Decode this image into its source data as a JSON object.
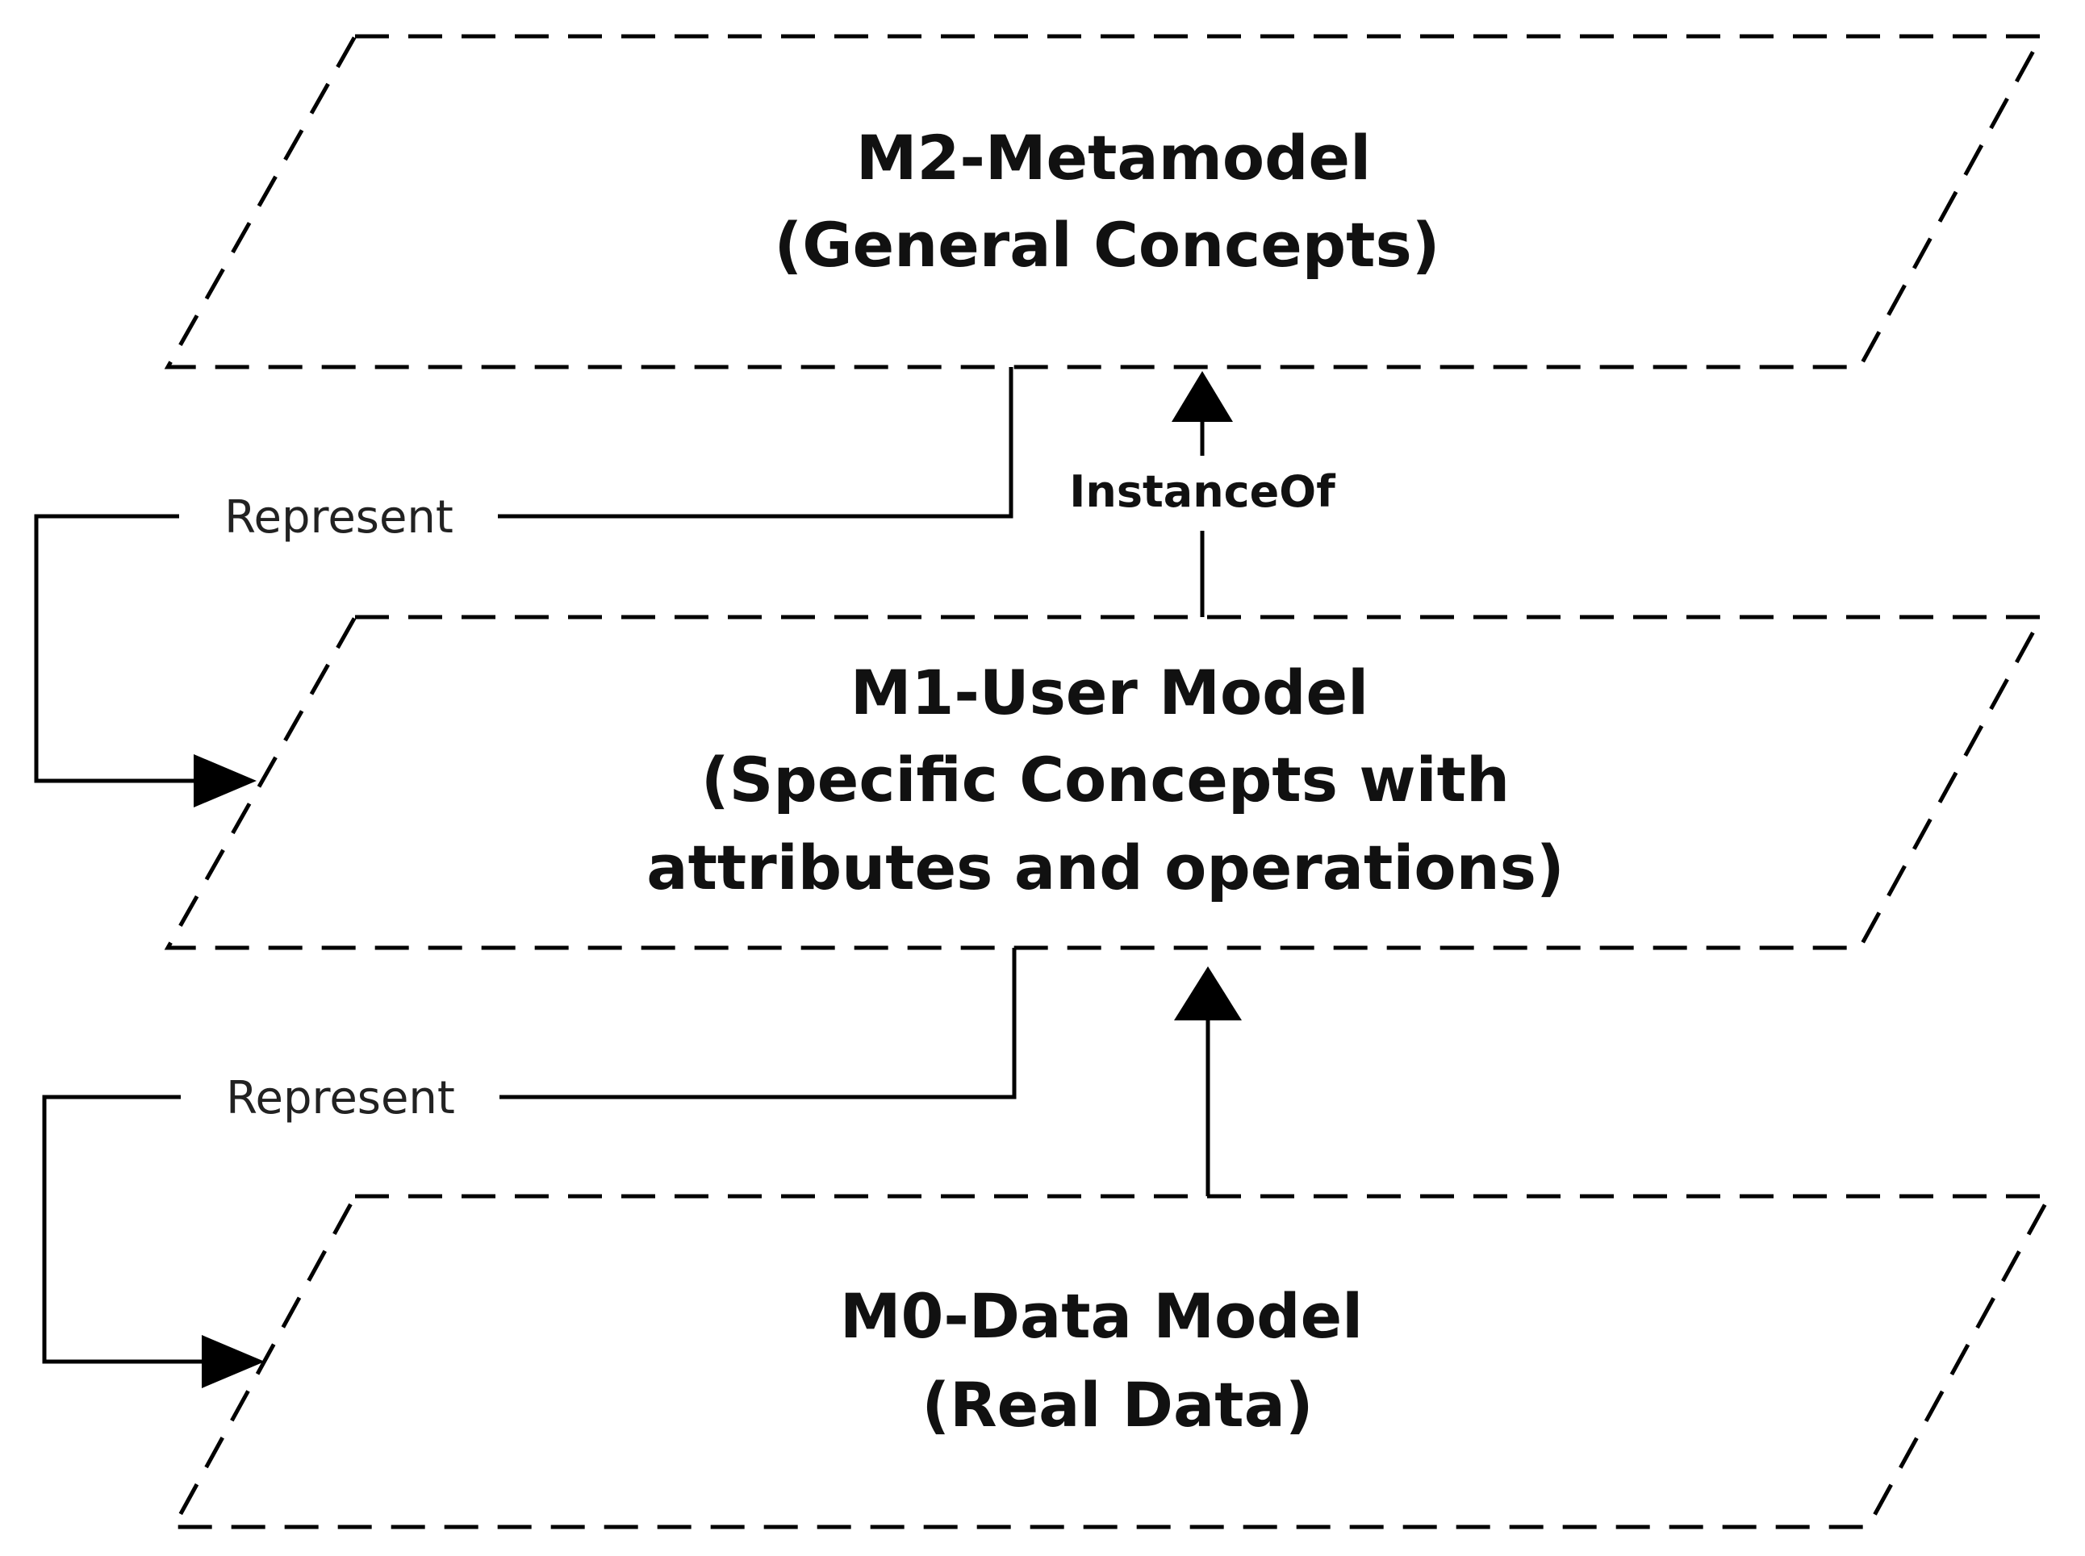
{
  "layers": [
    {
      "id": "m2",
      "title": "M2-Metamodel",
      "lines": [
        "(General Concepts)"
      ]
    },
    {
      "id": "m1",
      "title": "M1-User Model",
      "lines": [
        "(Specific Concepts with",
        "attributes and operations)"
      ]
    },
    {
      "id": "m0",
      "title": "M0-Data Model",
      "lines": [
        "(Real Data)"
      ]
    }
  ],
  "edges": {
    "instance_of_m1_m2": "InstanceOf",
    "represent_m2_m1": "Represent",
    "represent_m1_m0": "Represent"
  }
}
